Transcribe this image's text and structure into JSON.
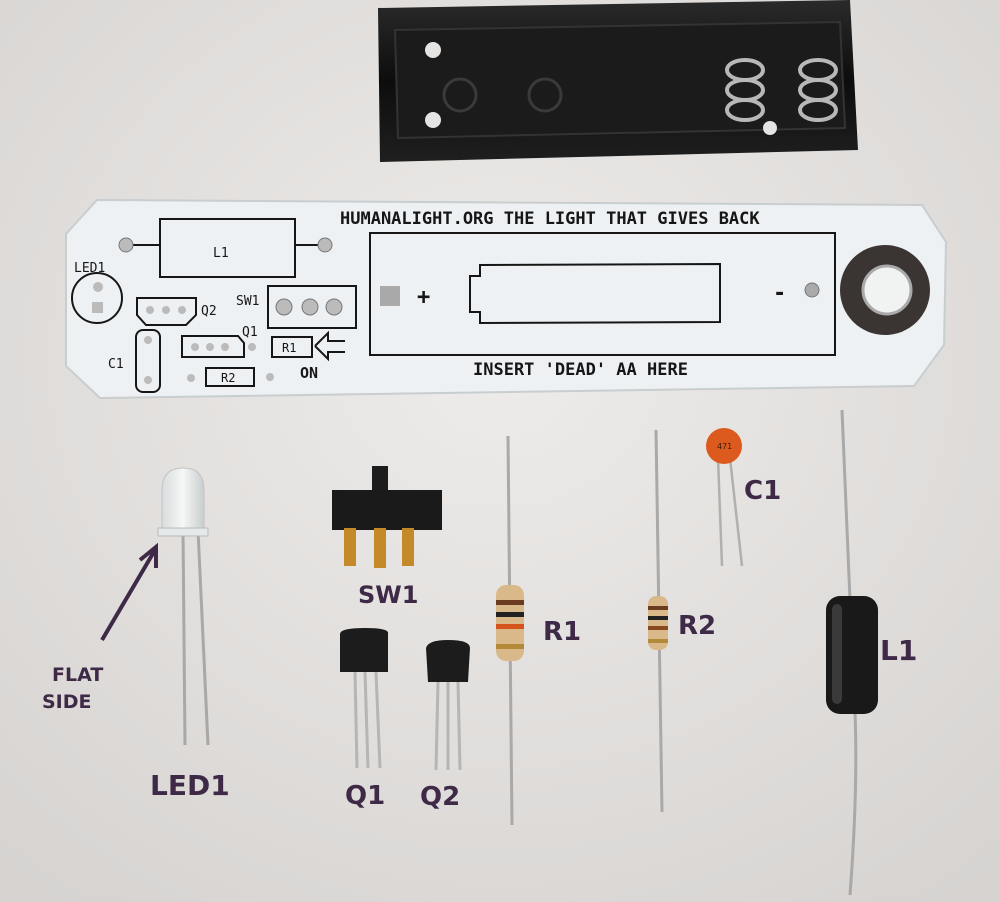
{
  "pcb": {
    "title": "HUMANALIGHT.ORG THE LIGHT THAT GIVES BACK",
    "battery_instruction": "INSERT 'DEAD' AA HERE",
    "plus": "+",
    "minus": "-",
    "on_label": "ON",
    "silk_labels": {
      "l1": "L1",
      "led1": "LED1",
      "q2": "Q2",
      "sw1": "SW1",
      "q1": "Q1",
      "r1": "R1",
      "c1": "C1",
      "r2": "R2"
    }
  },
  "capacitor_marking": "471",
  "handwritten": {
    "flat": "FLAT",
    "side": "SIDE",
    "led1": "LED1",
    "sw1": "SW1",
    "q1": "Q1",
    "q2": "Q2",
    "r1": "R1",
    "r2": "R2",
    "c1": "C1",
    "l1": "L1"
  },
  "colors": {
    "background": "#e6e4e2",
    "pcb": "#eef1f3",
    "ink": "#3e2a46",
    "holder": "#111111"
  }
}
